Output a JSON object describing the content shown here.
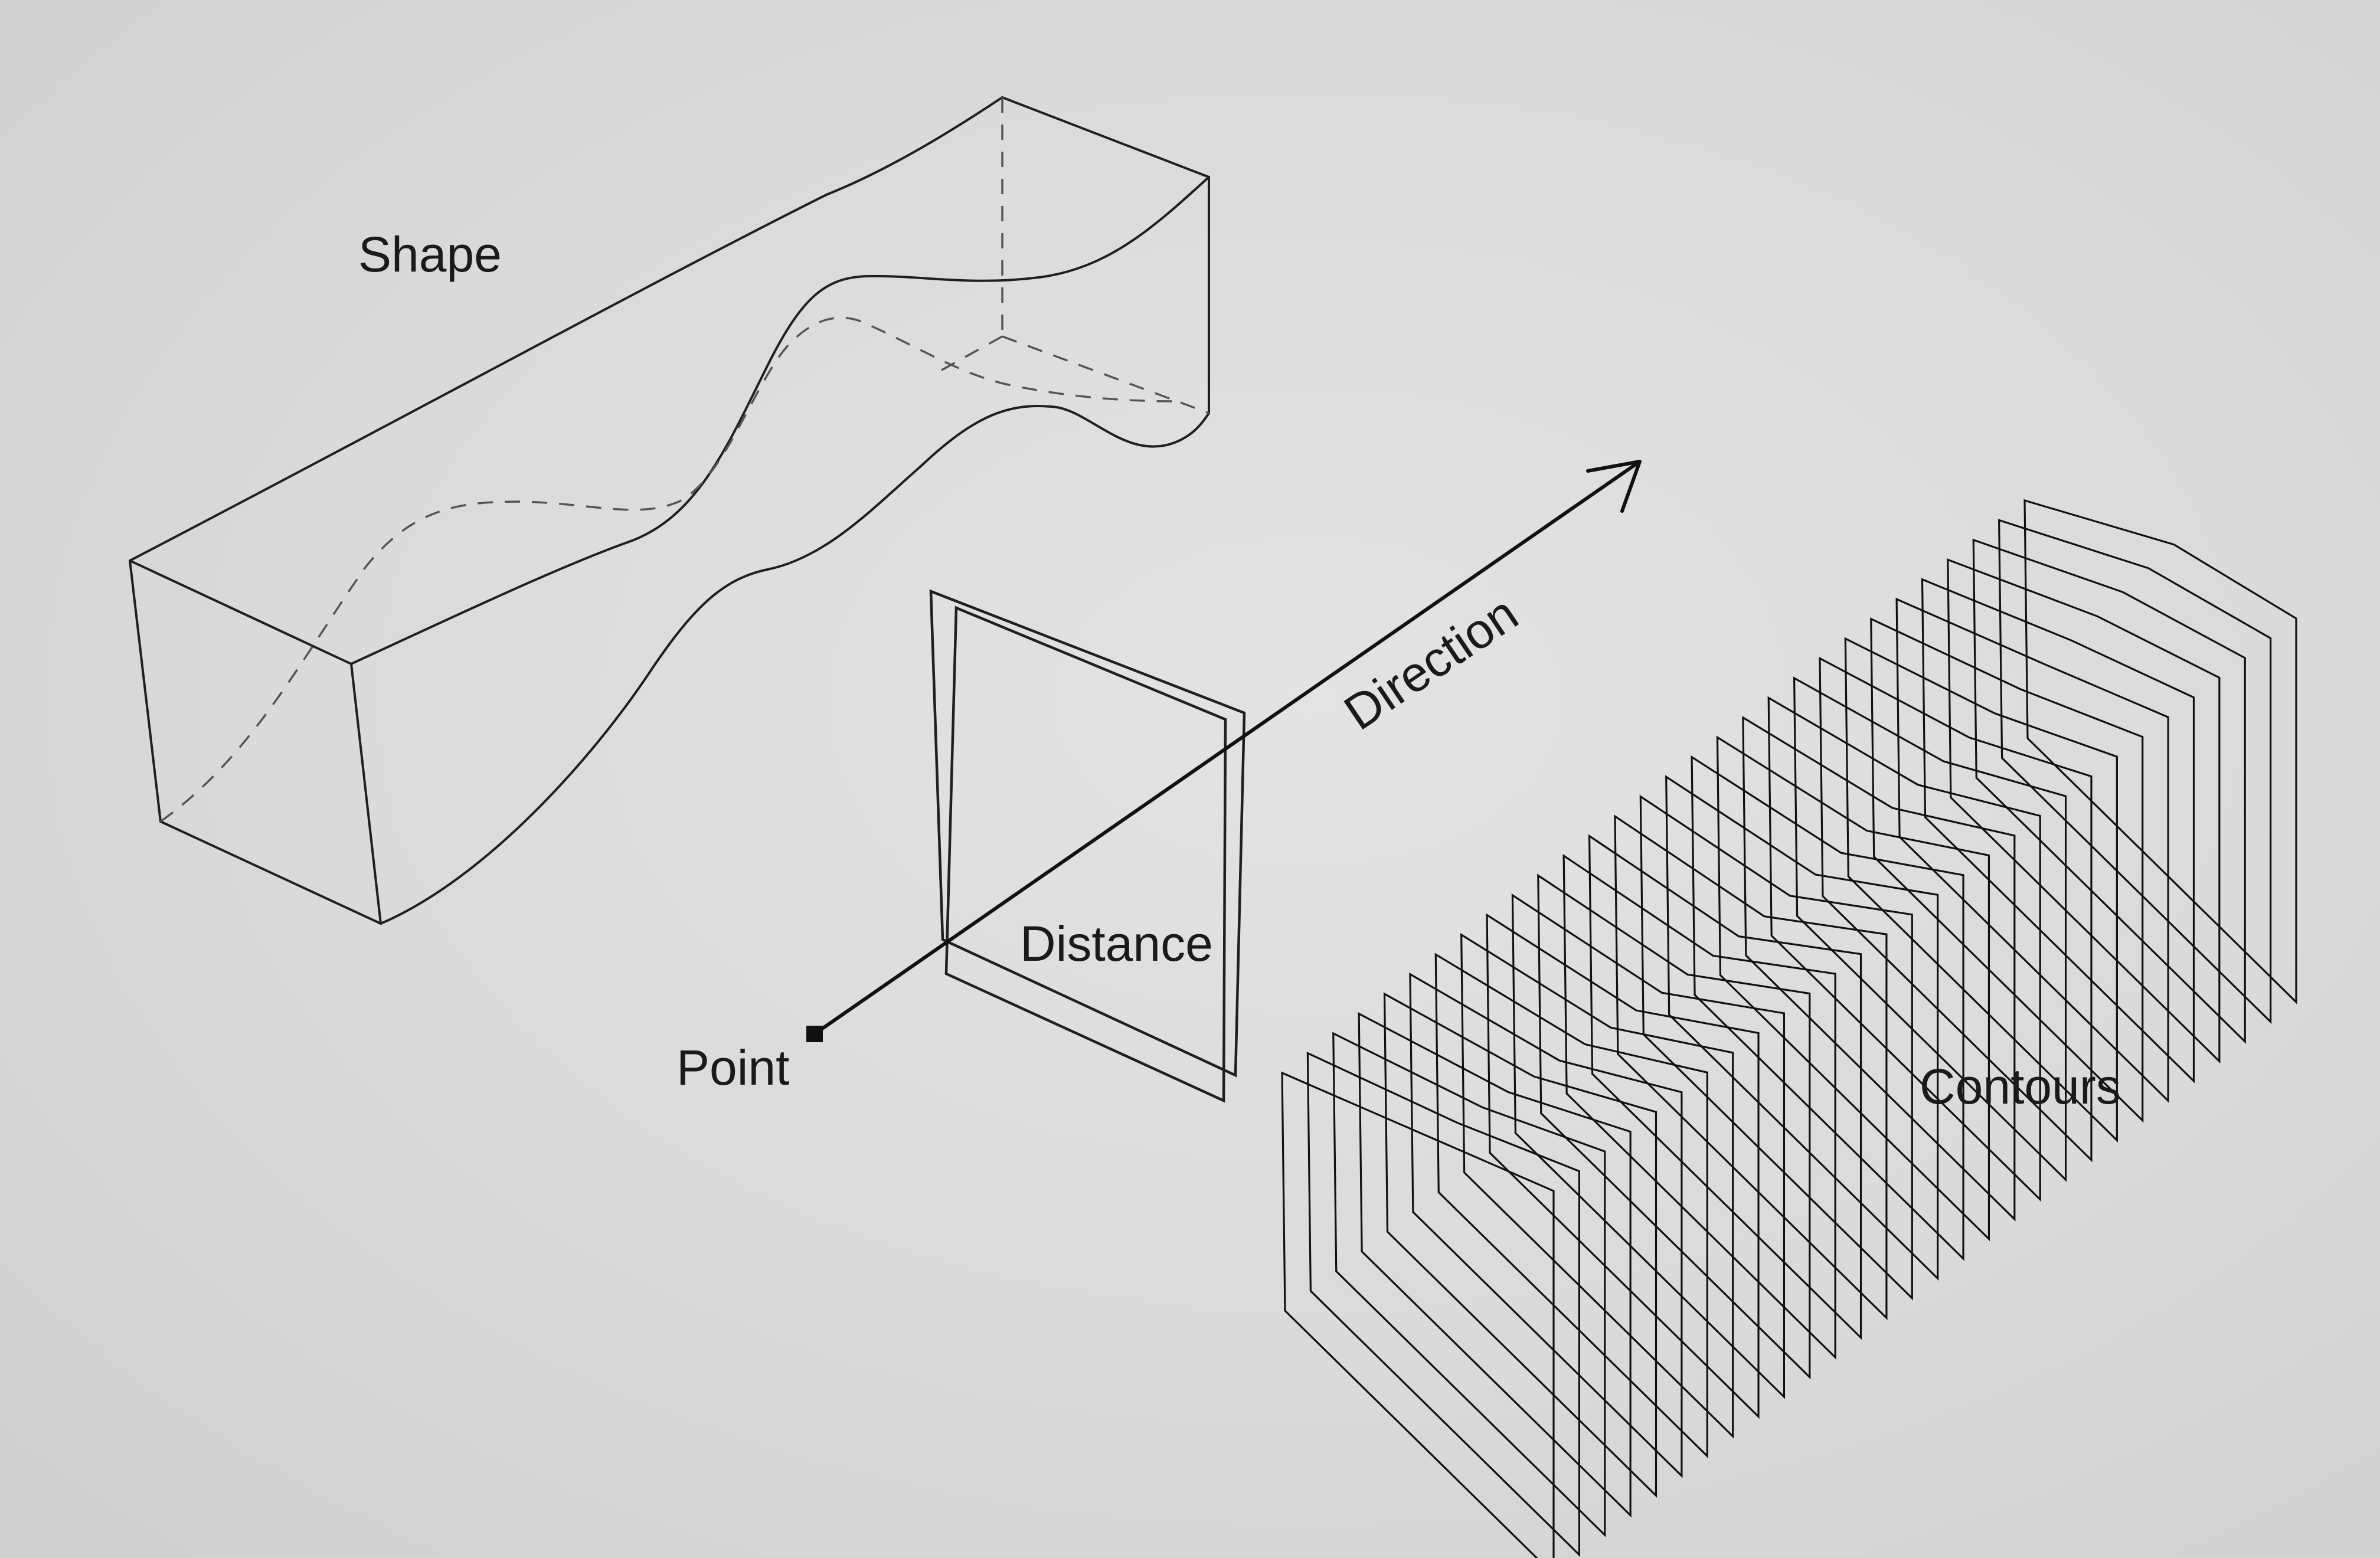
{
  "labels": {
    "shape": "Shape",
    "direction": "Direction",
    "distance": "Distance",
    "point": "Point",
    "contours": "Contours"
  },
  "colors": {
    "background": "#dcdcdc",
    "line": "#1f1f1f"
  }
}
